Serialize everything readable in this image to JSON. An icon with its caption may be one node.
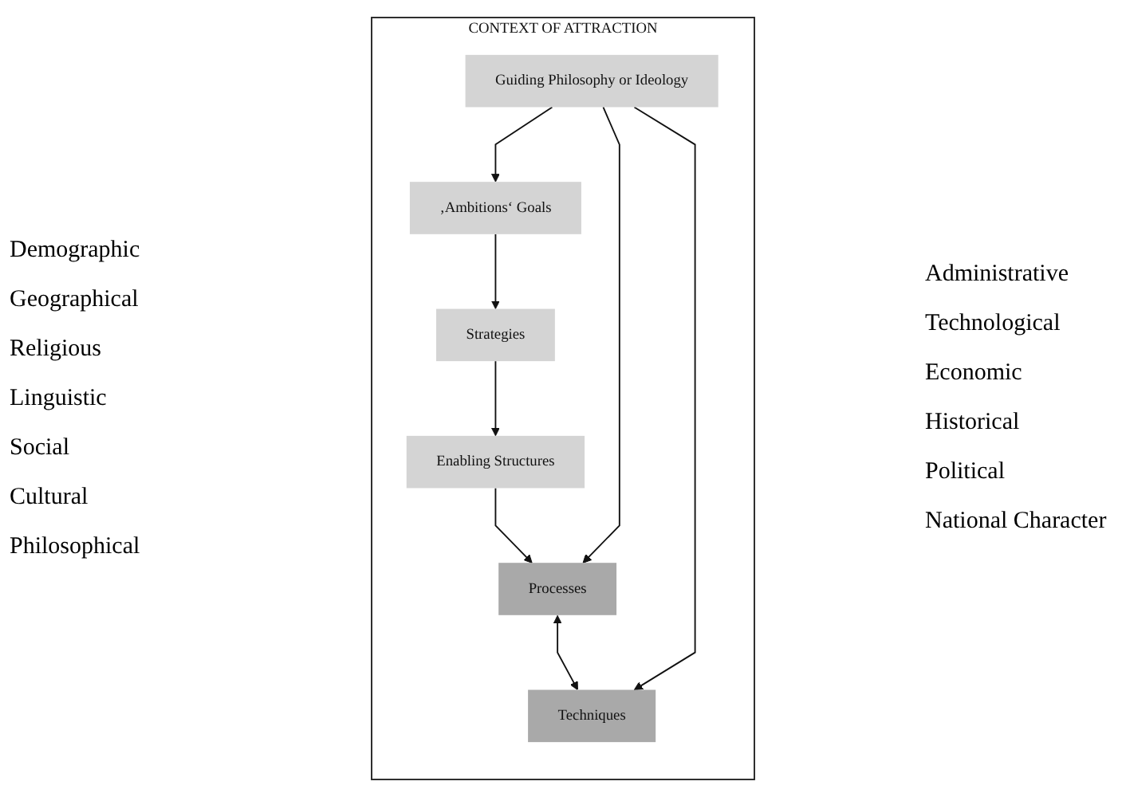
{
  "diagram": {
    "nodes": [
      {
        "text": [
          "CONTEXT OF ATTRACTION"
        ]
      },
      {
        "text": [
          "Guiding Philosophy or Ideology"
        ],
        "in": 0
      },
      {
        "text": [
          "‚Ambitions‘ Goals"
        ],
        "in": 0
      },
      {
        "text": [
          "Strategies"
        ],
        "in": 0
      },
      {
        "text": [
          "Enabling Structures"
        ],
        "in": 0
      },
      {
        "text": [
          "Processes"
        ],
        "in": 0
      },
      {
        "text": [
          "Techniques"
        ],
        "in": 0
      }
    ],
    "edges": [
      {
        "from": 1,
        "to": 2,
        "arrow": "to"
      },
      {
        "from": 2,
        "to": 3,
        "arrow": "to"
      },
      {
        "from": 3,
        "to": 4,
        "arrow": "to"
      },
      {
        "from": 4,
        "to": 5,
        "arrow": "to"
      },
      {
        "from": 5,
        "to": 6,
        "arrow": "both"
      },
      {
        "from": 1,
        "to": 5,
        "arrow": "to"
      },
      {
        "from": 1,
        "to": 6,
        "arrow": "to"
      }
    ],
    "labels": [
      "Demographic",
      "Geographical",
      "Religious",
      "Linguistic",
      "Social",
      "Cultural",
      "Philosophical",
      "Administrative",
      "Technological",
      "Economic",
      "Historical",
      "Political",
      "National Character"
    ]
  }
}
